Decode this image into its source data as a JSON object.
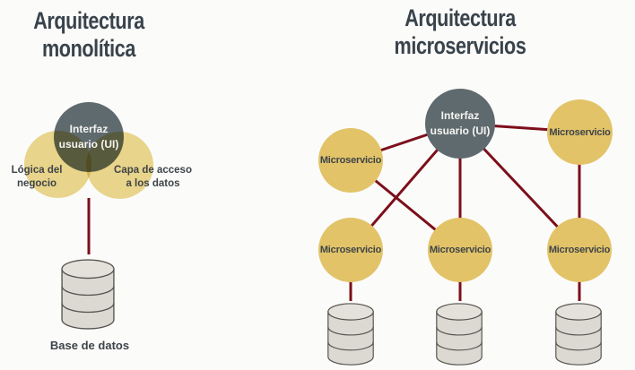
{
  "colors": {
    "background": "#fbfbfa",
    "title_text": "#39434b",
    "label_text": "#3e4448",
    "ui_node_fill": "#5f6a6e",
    "ui_node_text": "#f5f5f2",
    "microservice_fill": "#e2c368",
    "mono_layer_fill": "#ecd88d",
    "connector": "#7c0f1a",
    "database_fill": "#dcd8d2",
    "database_lid_fill": "#e4e1db",
    "database_stroke": "#56544e"
  },
  "left_diagram": {
    "title": "Arquitectura monolítica",
    "nodes": {
      "ui": "Interfaz usuario (UI)",
      "business_logic": "Lógica del negocio",
      "data_access": "Capa de acceso a los datos"
    },
    "database_label": "Base de datos"
  },
  "right_diagram": {
    "title": "Arquitectura microservicios",
    "nodes": {
      "ui": "Interfaz usuario (UI)",
      "microservice": "Microservicio"
    },
    "microservice_count": 5,
    "database_count": 3
  }
}
